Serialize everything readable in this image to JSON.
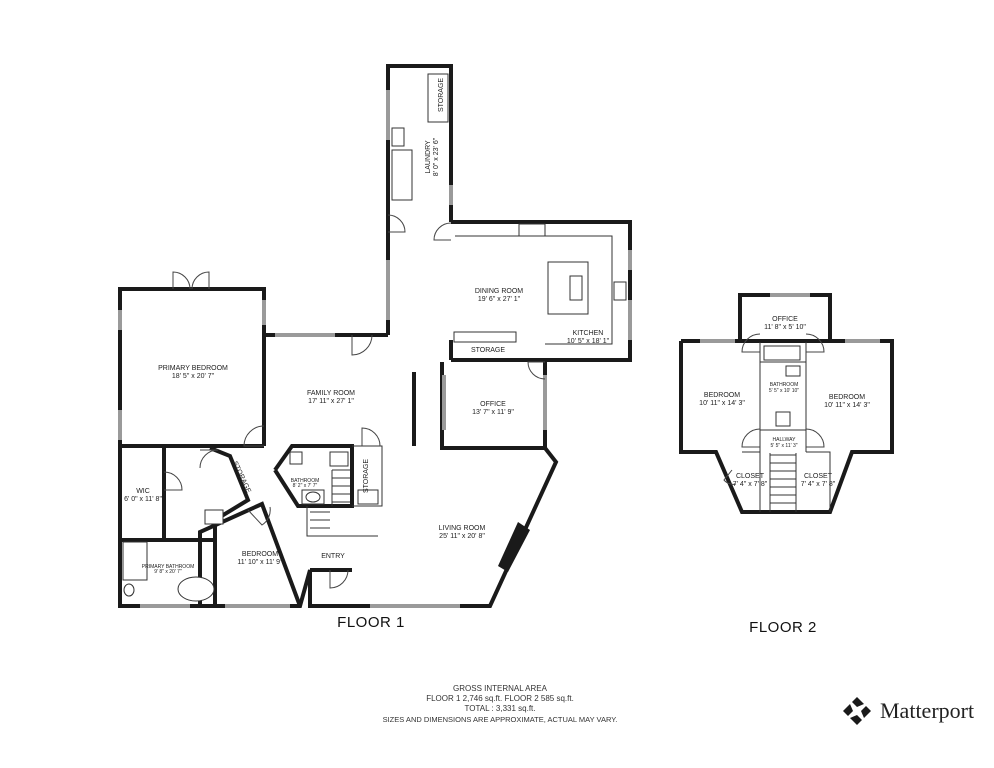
{
  "floors": [
    {
      "label": "FLOOR 1",
      "rooms": [
        {
          "name": "LAUNDRY",
          "dims": "8' 0\" x 23' 6\""
        },
        {
          "name": "STORAGE",
          "dims": ""
        },
        {
          "name": "DINING ROOM",
          "dims": "19' 6\" x 27' 1\""
        },
        {
          "name": "KITCHEN",
          "dims": "10' 5\" x 18' 1\""
        },
        {
          "name": "STORAGE",
          "dims": ""
        },
        {
          "name": "PRIMARY BEDROOM",
          "dims": "18' 5\" x 20' 7\""
        },
        {
          "name": "FAMILY ROOM",
          "dims": "17' 11\" x 27' 1\""
        },
        {
          "name": "OFFICE",
          "dims": "13' 7\" x 11' 9\""
        },
        {
          "name": "WIC",
          "dims": "6' 0\" x 11' 8\""
        },
        {
          "name": "STORAGE",
          "dims": ""
        },
        {
          "name": "BATHROOM",
          "dims": "8' 2\" x 7' 7\""
        },
        {
          "name": "STORAGE",
          "dims": ""
        },
        {
          "name": "LIVING ROOM",
          "dims": "25' 11\" x 20' 8\""
        },
        {
          "name": "BEDROOM",
          "dims": "11' 10\" x 11' 9\""
        },
        {
          "name": "ENTRY",
          "dims": ""
        },
        {
          "name": "PRIMARY BATHROOM",
          "dims": "9' 8\" x 20' 7\""
        }
      ]
    },
    {
      "label": "FLOOR 2",
      "rooms": [
        {
          "name": "OFFICE",
          "dims": "11' 8\" x 5' 10\""
        },
        {
          "name": "BEDROOM",
          "dims": "10' 11\" x 14' 3\""
        },
        {
          "name": "BATHROOM",
          "dims": "5' 5\" x 10' 10\""
        },
        {
          "name": "BEDROOM",
          "dims": "10' 11\" x 14' 3\""
        },
        {
          "name": "HALLWAY",
          "dims": "5' 5\" x 11' 3\""
        },
        {
          "name": "CLOSET",
          "dims": "7' 4\" x 7' 8\""
        },
        {
          "name": "CLOSET",
          "dims": "7' 4\" x 7' 8\""
        }
      ]
    }
  ],
  "footer": {
    "heading": "GROSS INTERNAL AREA",
    "line1": "FLOOR 1 2,746 sq.ft.   FLOOR 2 585 sq.ft.",
    "line2": "TOTAL :  3,331 sq.ft.",
    "disclaimer": "SIZES AND DIMENSIONS ARE APPROXIMATE, ACTUAL MAY VARY."
  },
  "brand": {
    "name": "Matterport",
    "icon": "matterport-logo-icon"
  }
}
